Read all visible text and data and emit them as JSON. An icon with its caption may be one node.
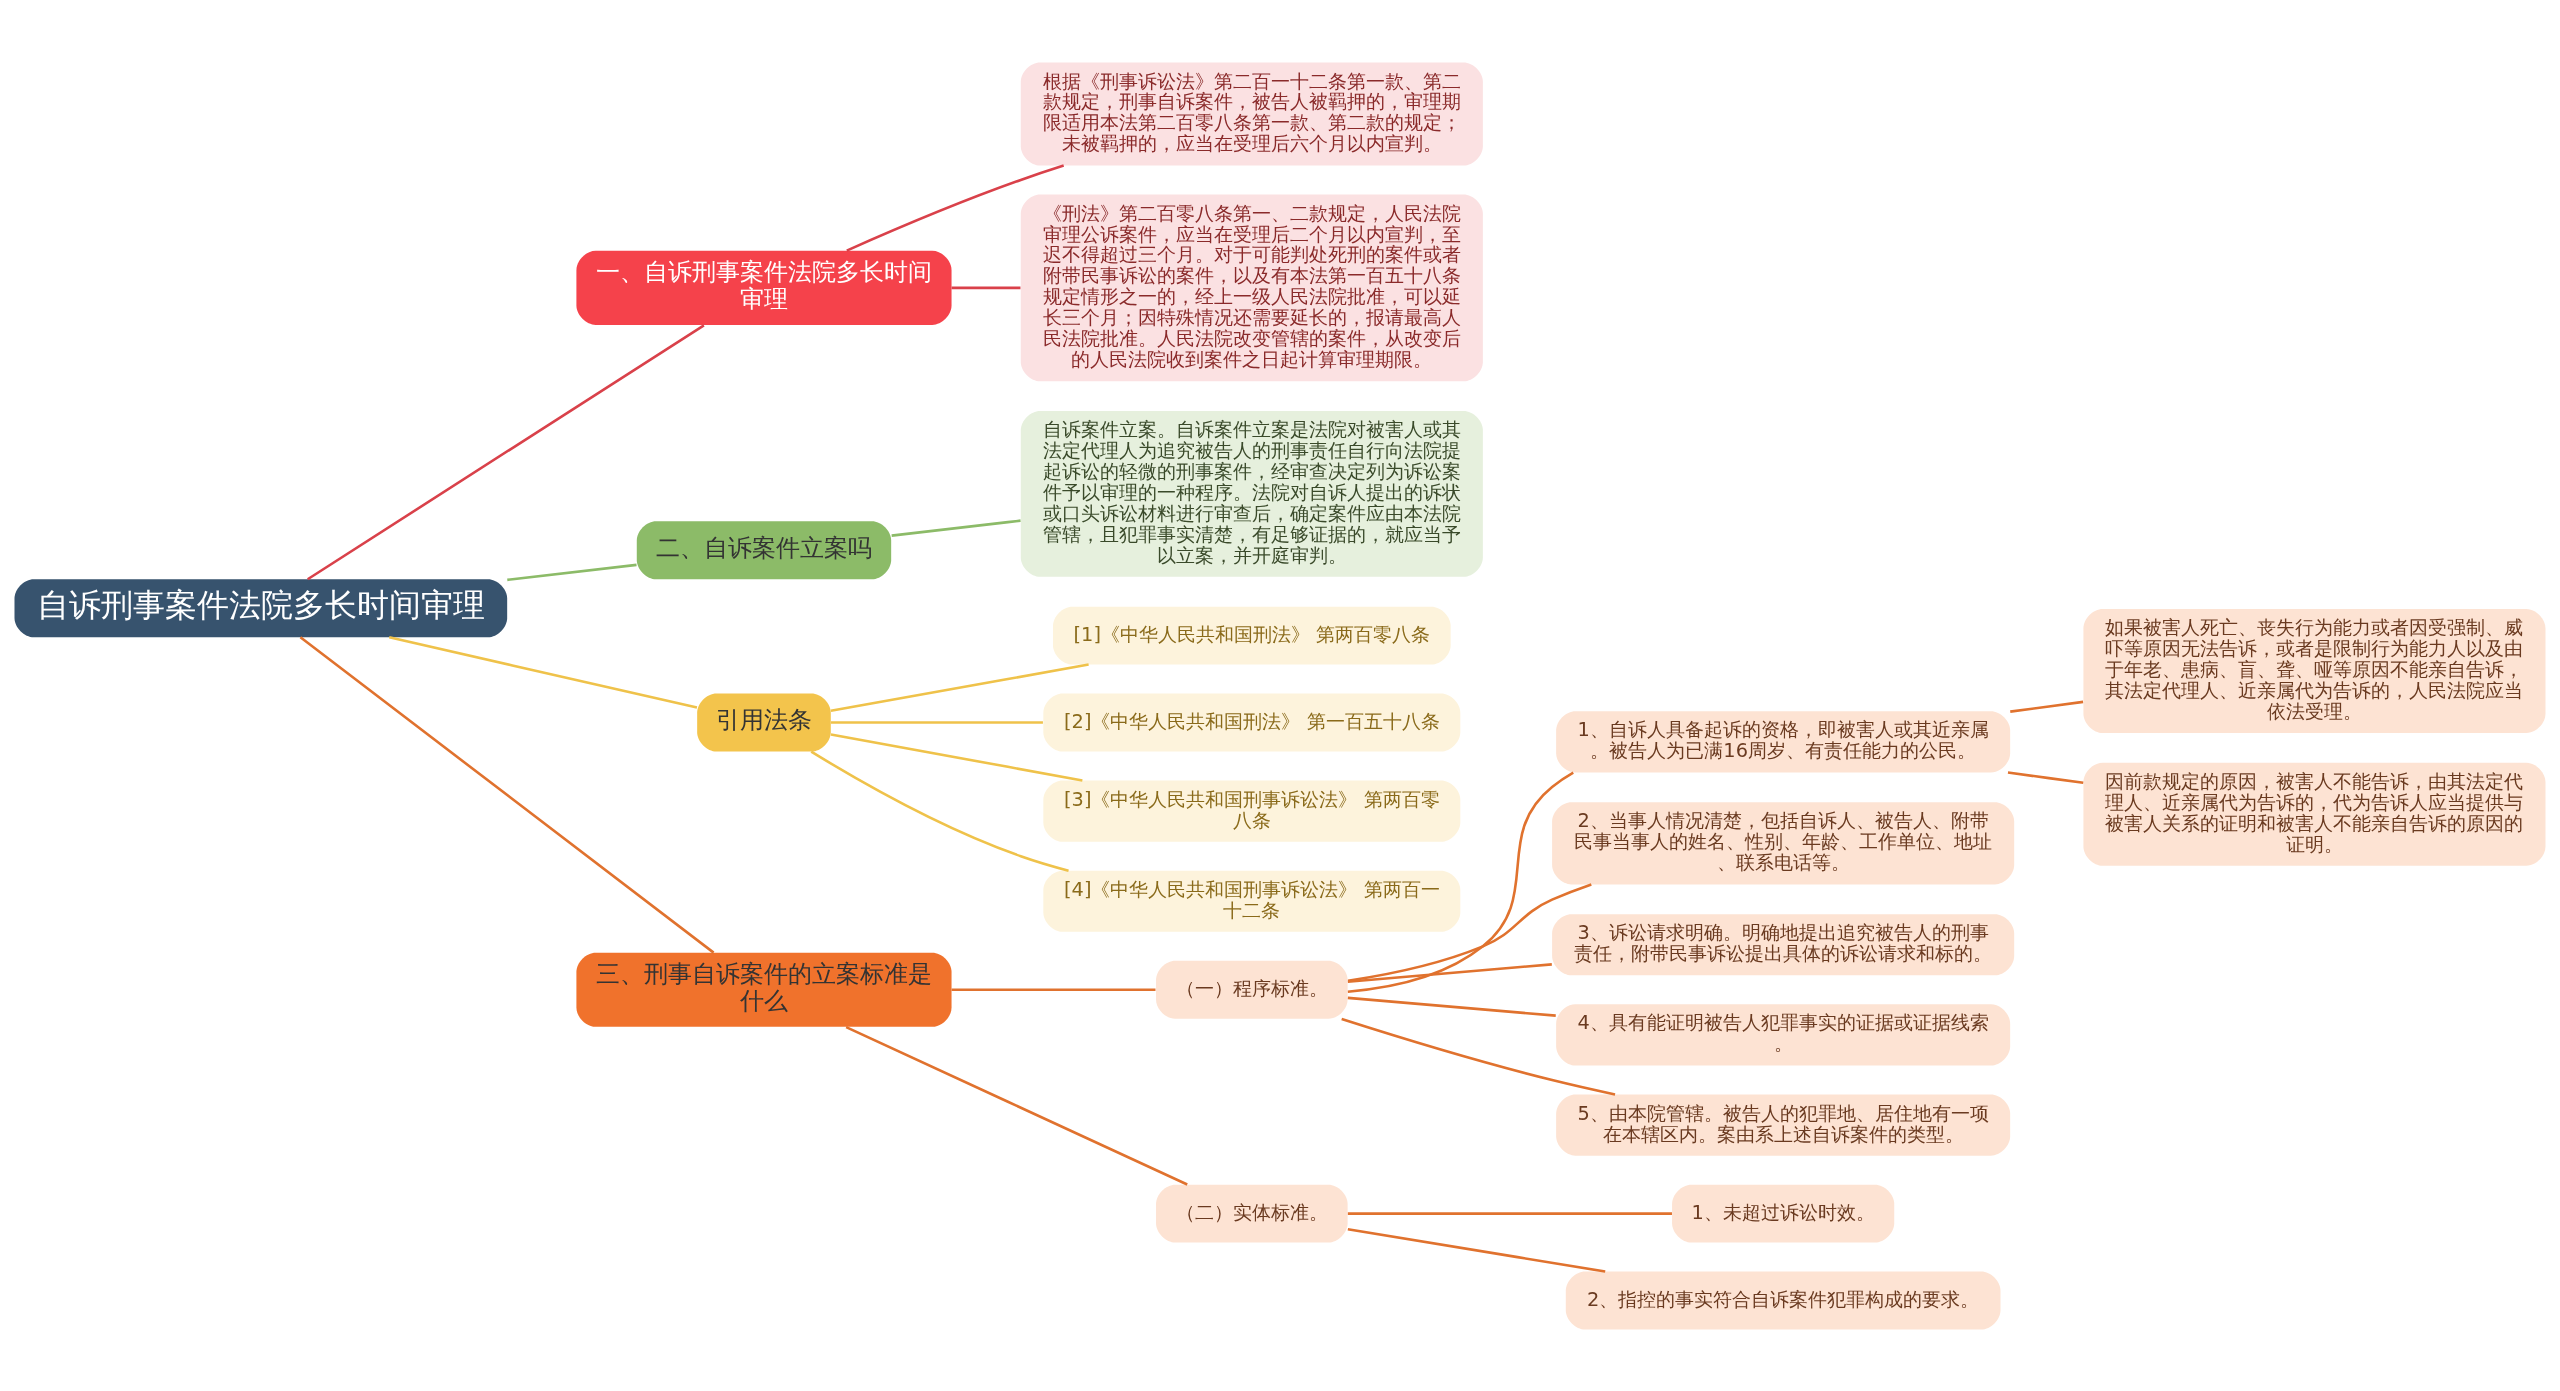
{
  "diagram": {
    "nodes": [
      {
        "text": [
          "自诉刑事案件法院多长时间审理"
        ]
      },
      {
        "text": [
          "一、自诉刑事案件法院多长时间审理"
        ]
      },
      {
        "text": [
          "根据《刑事诉讼法》第二百一十二条第一款、第二款规定，刑事自诉案件，被告人被羁押的，审理期限适用本法第二百零八条第一款、第二款的规定；未被羁押的，应当在受理后六个月以内宣判。"
        ]
      },
      {
        "text": [
          "《刑法》第二百零八条第一、二款规定，人民法院审理公诉案件，应当在受理后二个月以内宣判，至迟不得超过三个月。对于可能判处死刑的案件或者附带民事诉讼的案件，以及有本法第一百五十八条规定情形之一的，经上一级人民法院批准，可以延长三个月；因特殊情况还需要延长的，报请最高人民法院批准。人民法院改变管辖的案件，从改变后的人民法院收到案件之日起计算审理期限。"
        ]
      },
      {
        "text": [
          "二、自诉案件立案吗"
        ]
      },
      {
        "text": [
          "自诉案件立案。自诉案件立案是法院对被害人或其法定代理人为追究被告人的刑事责任自行向法院提起诉讼的轻微的刑事案件，经审查决定列为诉讼案件予以审理的一种程序。法院对自诉人提出的诉状或口头诉讼材料进行审查后，确定案件应由本法院管辖，且犯罪事实清楚，有足够证据的，就应当予以立案，并开庭审判。"
        ]
      },
      {
        "text": [
          "引用法条"
        ]
      },
      {
        "text": [
          "[1]《中华人民共和国刑法》 第两百零八条"
        ]
      },
      {
        "text": [
          "[2]《中华人民共和国刑法》 第一百五十八条"
        ]
      },
      {
        "text": [
          "[3]《中华人民共和国刑事诉讼法》 第两百零八条"
        ]
      },
      {
        "text": [
          "[4]《中华人民共和国刑事诉讼法》 第两百一十二条"
        ]
      },
      {
        "text": [
          "三、刑事自诉案件的立案标准是什么"
        ]
      },
      {
        "text": [
          "（一）程序标准。"
        ]
      },
      {
        "text": [
          "1、自诉人具备起诉的资格，即被害人或其近亲属。被告人为已满16周岁、有责任能力的公民。"
        ]
      },
      {
        "text": [
          "如果被害人死亡、丧失行为能力或者因受强制、威吓等原因无法告诉，或者是限制行为能力人以及由于年老、患病、盲、聋、哑等原因不能亲自告诉，其法定代理人、近亲属代为告诉的，人民法院应当依法受理。"
        ]
      },
      {
        "text": [
          "因前款规定的原因，被害人不能告诉，由其法定代理人、近亲属代为告诉的，代为告诉人应当提供与被害人关系的证明和被害人不能亲自告诉的原因的证明。"
        ]
      },
      {
        "text": [
          "2、当事人情况清楚，包括自诉人、被告人、附带民事当事人的姓名、性别、年龄、工作单位、地址、联系电话等。"
        ]
      },
      {
        "text": [
          "3、诉讼请求明确。明确地提出追究被告人的刑事责任，附带民事诉讼提出具体的诉讼请求和标的。"
        ]
      },
      {
        "text": [
          "4、具有能证明被告人犯罪事实的证据或证据线索。"
        ]
      },
      {
        "text": [
          "5、由本院管辖。被告人的犯罪地、居住地有一项在本辖区内。案由系上述自诉案件的类型。"
        ]
      },
      {
        "text": [
          "（二）实体标准。"
        ]
      },
      {
        "text": [
          "1、未超过诉讼时效。"
        ]
      },
      {
        "text": [
          "2、指控的事实符合自诉案件犯罪构成的要求。"
        ]
      }
    ],
    "edges": [
      {
        "from": 0,
        "to": 1,
        "arrow": "none",
        "color": "#d9414a"
      },
      {
        "from": 1,
        "to": 2,
        "arrow": "none",
        "color": "#d9414a"
      },
      {
        "from": 1,
        "to": 3,
        "arrow": "none",
        "color": "#d9414a"
      },
      {
        "from": 0,
        "to": 4,
        "arrow": "none",
        "color": "#8cbb68"
      },
      {
        "from": 4,
        "to": 5,
        "arrow": "none",
        "color": "#8cbb68"
      },
      {
        "from": 0,
        "to": 6,
        "arrow": "none",
        "color": "#efc24a"
      },
      {
        "from": 6,
        "to": 7,
        "arrow": "none",
        "color": "#efc24a"
      },
      {
        "from": 6,
        "to": 8,
        "arrow": "none",
        "color": "#efc24a"
      },
      {
        "from": 6,
        "to": 9,
        "arrow": "none",
        "color": "#efc24a"
      },
      {
        "from": 6,
        "to": 10,
        "arrow": "none",
        "color": "#efc24a"
      },
      {
        "from": 0,
        "to": 11,
        "arrow": "none"
      },
      {
        "from": 11,
        "to": 12,
        "arrow": "none"
      },
      {
        "from": 12,
        "to": 13,
        "arrow": "none"
      },
      {
        "from": 13,
        "to": 14,
        "arrow": "none"
      },
      {
        "from": 13,
        "to": 15,
        "arrow": "none"
      },
      {
        "from": 12,
        "to": 16,
        "arrow": "none"
      },
      {
        "from": 12,
        "to": 17,
        "arrow": "none"
      },
      {
        "from": 12,
        "to": 18,
        "arrow": "none"
      },
      {
        "from": 12,
        "to": 19,
        "arrow": "none"
      },
      {
        "from": 11,
        "to": 20,
        "arrow": "none"
      },
      {
        "from": 20,
        "to": 21,
        "arrow": "none"
      },
      {
        "from": 20,
        "to": 22,
        "arrow": "none"
      }
    ]
  }
}
